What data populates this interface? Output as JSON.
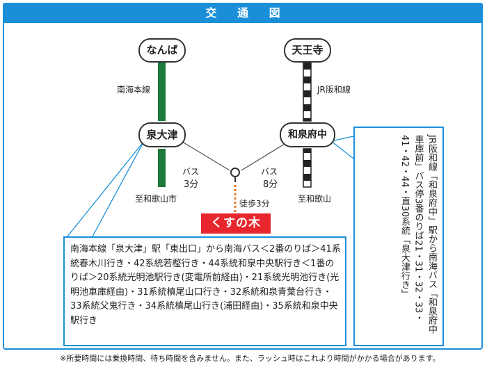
{
  "title": "交 通 図",
  "colors": {
    "accent": "#1a8fd8",
    "nankai_line": "#1d7a3a",
    "jr_line": "#222222",
    "walk": "#e07a2b",
    "destination": "#e8262d"
  },
  "stations": {
    "namba": "なんば",
    "tennoji": "天王寺",
    "izumiotsu": "泉大津",
    "izumifuchu": "和泉府中"
  },
  "lines": {
    "nankai": "南海本線",
    "jr": "JR阪和線",
    "to_wakayamashi": "至和歌山市",
    "to_wakayama": "至和歌山"
  },
  "routes": {
    "bus_left_label": "バス",
    "bus_left_time": "3分",
    "bus_right_label": "バス",
    "bus_right_time": "8分",
    "walk": "徒歩3分"
  },
  "destination": "くすの木",
  "nankai_info": "南海本線「泉大津」駅「東出口」から南海バス＜2番のりば＞41系統春木川行き・42系統若樫行き・44系統和泉中央駅行き＜1番のりば＞20系統光明池駅行き(変電所前経由)・21系統光明池行き(光明池車庫経由)・31系統槙尾山口行き・32系統和泉青葉台行き・33系統父鬼行き・34系統槙尾山行き(浦田経由)・35系統和泉中央駅行き",
  "jr_info": "JR阪和線「和泉府中」駅から南海バス「和泉府中車庫前」バス停3番のりば21・31・32・33・41・42・44・直30系統「泉大津行き」",
  "footnote": "※所要時間には乗換時間、待ち時間を含みません。また、ラッシュ時はこれより時間がかかる場合があります。"
}
